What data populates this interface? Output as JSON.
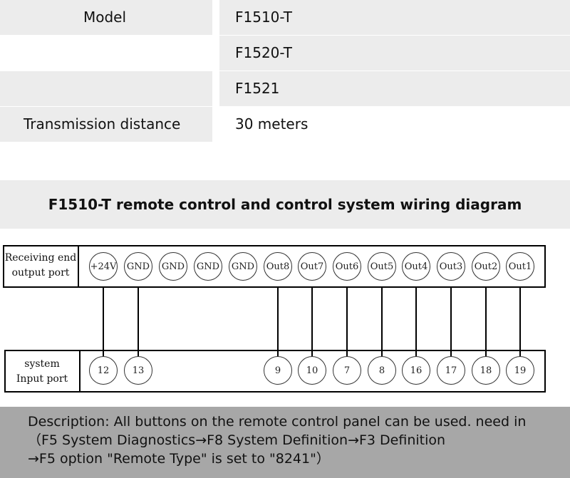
{
  "spec_table": {
    "rows": [
      {
        "label": "Model",
        "value": "F1510-T"
      },
      {
        "label": "",
        "value": "F1520-T"
      },
      {
        "label": "",
        "value": "F1521"
      },
      {
        "label": "Transmission distance",
        "value": "30 meters"
      }
    ]
  },
  "diagram": {
    "title": "F1510-T remote control and control system wiring diagram",
    "receiving": {
      "label_line1": "Receiving end",
      "label_line2": "output port",
      "pins": [
        "+24V",
        "GND",
        "GND",
        "GND",
        "GND",
        "Out8",
        "Out7",
        "Out6",
        "Out5",
        "Out4",
        "Out3",
        "Out2",
        "Out1"
      ]
    },
    "system": {
      "label_line1": "system",
      "label_line2": "Input port",
      "pins": [
        "12",
        "13",
        "",
        "",
        "",
        "9",
        "10",
        "7",
        "8",
        "16",
        "17",
        "18",
        "19"
      ]
    },
    "connections": [
      {
        "from": "+24V",
        "to": "12"
      },
      {
        "from": "GND",
        "to": "13"
      },
      {
        "from": "Out8",
        "to": "9"
      },
      {
        "from": "Out7",
        "to": "10"
      },
      {
        "from": "Out6",
        "to": "7"
      },
      {
        "from": "Out5",
        "to": "8"
      },
      {
        "from": "Out4",
        "to": "16"
      },
      {
        "from": "Out3",
        "to": "17"
      },
      {
        "from": "Out2",
        "to": "18"
      },
      {
        "from": "Out1",
        "to": "19"
      }
    ]
  },
  "description": {
    "line1": "Description: All buttons on the remote control panel can be used. need in",
    "line2": "（F5 System Diagnostics→F8 System Definition→F3 Definition",
    "line3": "→F5 option \"Remote Type\" is set to \"8241\"）"
  }
}
